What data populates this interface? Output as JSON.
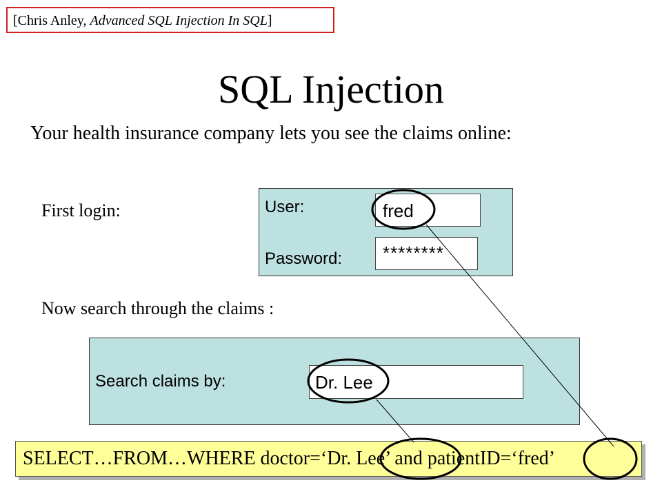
{
  "citation": {
    "open": "[Chris Anley, ",
    "work": "Advanced SQL Injection In SQL",
    "close": "]"
  },
  "title": "SQL Injection",
  "intro": "Your health insurance company lets you see the claims online:",
  "login": {
    "heading": "First login:",
    "user_label": "User:",
    "user_value": "fred",
    "password_label": "Password:",
    "password_value": "********"
  },
  "search": {
    "heading": "Now search through the claims :",
    "label": "Search claims by:",
    "value": "Dr. Lee"
  },
  "sql": "SELECT…FROM…WHERE doctor=‘Dr. Lee’ and patientID=‘fred’",
  "colors": {
    "panel": "#bde0e0",
    "sql_bar": "#ffff99",
    "citation_border": "#d02020"
  }
}
